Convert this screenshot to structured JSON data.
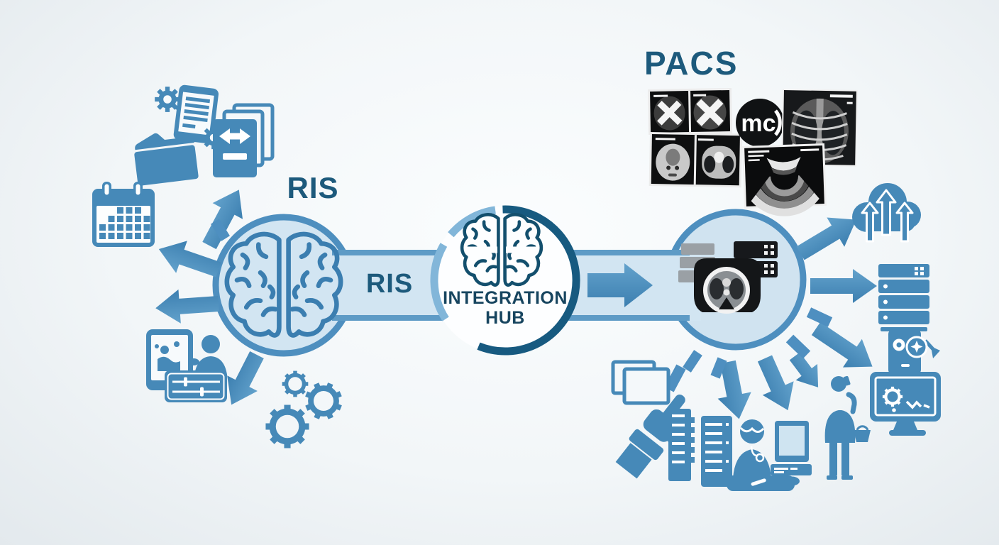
{
  "diagram": {
    "left_system": {
      "title": "RIS"
    },
    "pipe": {
      "label": "RIS"
    },
    "hub": {
      "label_line1": "INTEGRATION",
      "label_line2": "HUB"
    },
    "right_system": {
      "title": "PACS"
    },
    "pacs_collage": {
      "logo_text": "mc"
    }
  },
  "colors": {
    "accent_blue": "#4689b8",
    "light_fill": "#d2e5f2",
    "circle_border": "#4e8fbf",
    "dark_navy_text": "#1d5a7c",
    "hub_ring_dark": "#175a80",
    "hub_ring_light": "#82b6d9",
    "black": "#16181b",
    "gray": "#9aa0a5",
    "background": "#f2f6f8"
  },
  "icons": {
    "hub": "brain-icon",
    "left_circle": "brain-icon",
    "left": [
      "report-gears-icon",
      "documents-exchange-icon",
      "folder-icon",
      "calendar-icon",
      "consultation-tablet-icon",
      "gears-icon"
    ],
    "right": [
      "cloud-upload-icon",
      "server-rack-icon",
      "monitor-robot-icon",
      "person-phone-icon",
      "doctor-workstation-icon",
      "hand-tablet-icon"
    ],
    "pacs_images": [
      "xray-crosses-film",
      "ct-scan-film",
      "mc-logo",
      "chest-xray-image",
      "ultrasound-image"
    ],
    "right_circle_content": [
      "gray-stack",
      "server-boxes",
      "ct-chest-scan"
    ]
  }
}
